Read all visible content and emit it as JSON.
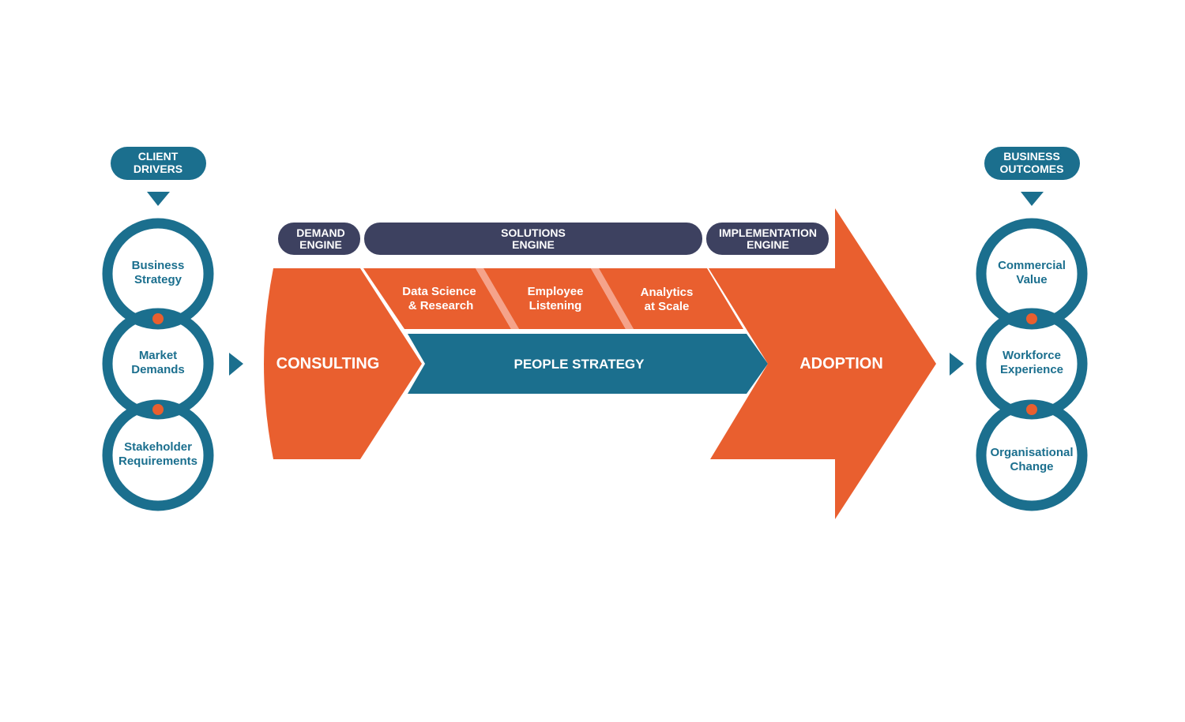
{
  "colors": {
    "teal": "#1b6f8e",
    "orange": "#e95f2f",
    "navy": "#3d4160",
    "accent_dot": "#e95f2f"
  },
  "client_drivers": {
    "header": [
      "CLIENT",
      "DRIVERS"
    ],
    "items": [
      [
        "Business",
        "Strategy"
      ],
      [
        "Market",
        "Demands"
      ],
      [
        "Stakeholder",
        "Requirements"
      ]
    ]
  },
  "business_outcomes": {
    "header": [
      "BUSINESS",
      "OUTCOMES"
    ],
    "items": [
      [
        "Commercial",
        "Value"
      ],
      [
        "Workforce",
        "Experience"
      ],
      [
        "Organisational",
        "Change"
      ]
    ]
  },
  "engines": {
    "demand": [
      "DEMAND",
      "ENGINE"
    ],
    "solutions": [
      "SOLUTIONS",
      "ENGINE"
    ],
    "implementation": [
      "IMPLEMENTATION",
      "ENGINE"
    ]
  },
  "solutions": [
    [
      "Data Science",
      "& Research"
    ],
    [
      "Employee",
      "Listening"
    ],
    [
      "Analytics",
      "at Scale"
    ]
  ],
  "consulting": "CONSULTING",
  "people_strategy": "PEOPLE STRATEGY",
  "adoption": "ADOPTION"
}
